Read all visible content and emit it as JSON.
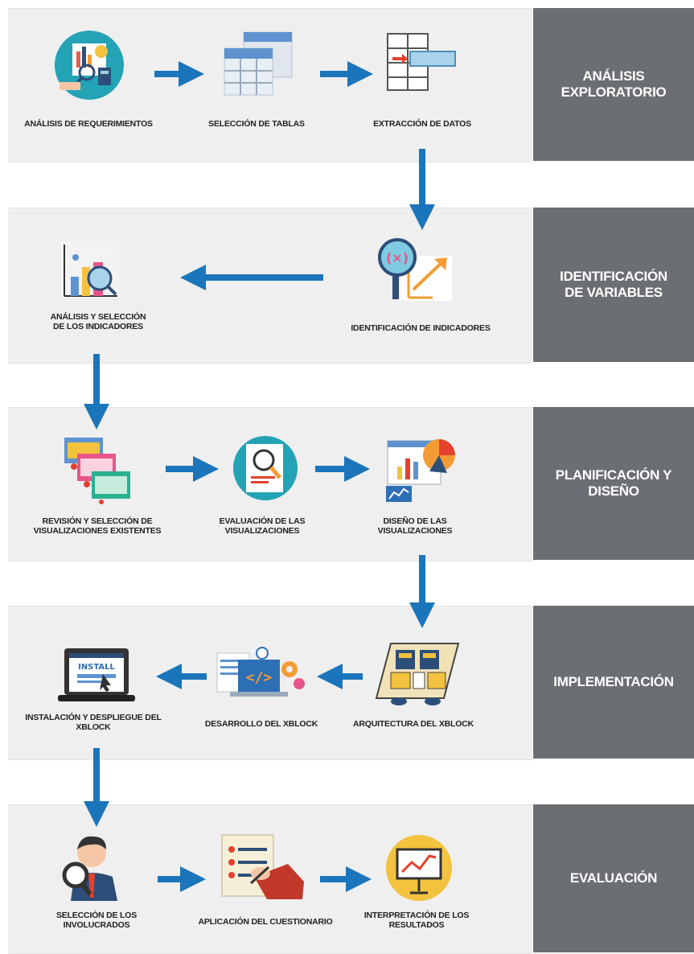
{
  "phases": [
    {
      "id": "exploratorio",
      "title": "ANÁLISIS EXPLORATORIO",
      "steps": [
        {
          "label": "ANÁLISIS DE REQUERIMIENTOS",
          "icon": "requirements-analysis-icon"
        },
        {
          "label": "SELECCIÓN DE TABLAS",
          "icon": "table-selection-icon"
        },
        {
          "label": "EXTRACCIÓN DE DATOS",
          "icon": "data-extraction-icon"
        }
      ]
    },
    {
      "id": "variables",
      "title": "IDENTIFICACIÓN DE VARIABLES",
      "steps": [
        {
          "label": "ANÁLISIS Y SELECCIÓN\nDE LOS INDICADORES",
          "icon": "indicator-analysis-icon"
        },
        {
          "label": "IDENTIFICACIÓN DE INDICADORES",
          "icon": "indicator-identification-icon"
        }
      ]
    },
    {
      "id": "planificacion",
      "title": "PLANIFICACIÓN Y DISEÑO",
      "steps": [
        {
          "label": "REVISIÓN Y SELECCIÓN DE\nVISUALIZACIONES EXISTENTES",
          "icon": "visualization-review-icon"
        },
        {
          "label": "EVALUACIÓN DE LAS\nVISUALIZACIONES",
          "icon": "visualization-evaluation-icon"
        },
        {
          "label": "DISEÑO DE LAS\nVISUALIZACIONES",
          "icon": "visualization-design-icon"
        }
      ]
    },
    {
      "id": "implementacion",
      "title": "IMPLEMENTACIÓN",
      "steps": [
        {
          "label": "INSTALACIÓN Y DESPLIEGUE DEL\nXBLOCK",
          "icon": "install-laptop-icon"
        },
        {
          "label": "DESARROLLO DEL XBLOCK",
          "icon": "code-development-icon"
        },
        {
          "label": "ARQUITECTURA DEL XBLOCK",
          "icon": "architecture-icon"
        }
      ]
    },
    {
      "id": "evaluacion",
      "title": "EVALUACIÓN",
      "steps": [
        {
          "label": "SELECCIÓN DE LOS\nINVOLUCRADOS",
          "icon": "stakeholder-search-icon"
        },
        {
          "label": "APLICACIÓN DEL CUESTIONARIO",
          "icon": "questionnaire-icon"
        },
        {
          "label": "INTERPRETACIÓN DE LOS\nRESULTADOS",
          "icon": "results-chart-icon"
        }
      ]
    }
  ],
  "icon_texts": {
    "install": "INSTALL"
  },
  "colors": {
    "arrow": "#1b75bb",
    "band": "#efefef",
    "phase_box": "#6b6e73",
    "accent_orange": "#f39c34"
  }
}
